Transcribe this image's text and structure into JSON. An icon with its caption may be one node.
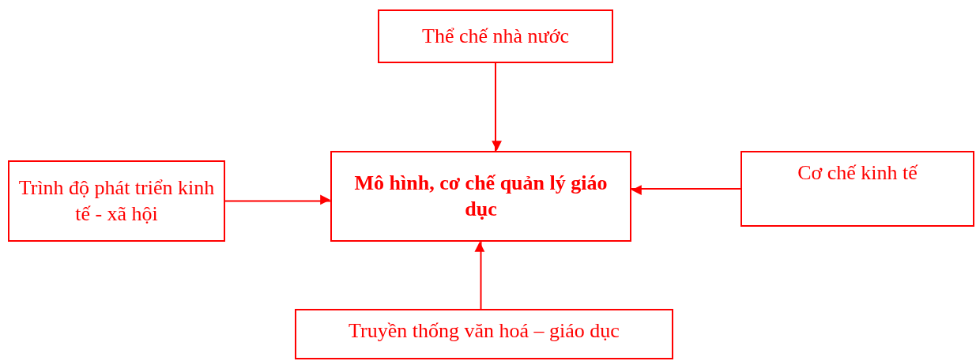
{
  "diagram": {
    "nodes": [
      {
        "text": [
          "Thể chế nhà nước"
        ]
      },
      {
        "text": [
          "Trình độ phát triển kinh tế - xã hội"
        ]
      },
      {
        "text": [
          "Mô hình, cơ chế quản lý giáo dục"
        ]
      },
      {
        "text": [
          "Cơ chế kinh tế"
        ]
      },
      {
        "text": [
          "Truyền thống văn hoá – giáo dục"
        ]
      }
    ],
    "edges": [
      {
        "from": 0,
        "to": 2,
        "arrow": "to"
      },
      {
        "from": 1,
        "to": 2,
        "arrow": "to"
      },
      {
        "from": 3,
        "to": 2,
        "arrow": "to"
      },
      {
        "from": 4,
        "to": 2,
        "arrow": "to"
      }
    ]
  }
}
